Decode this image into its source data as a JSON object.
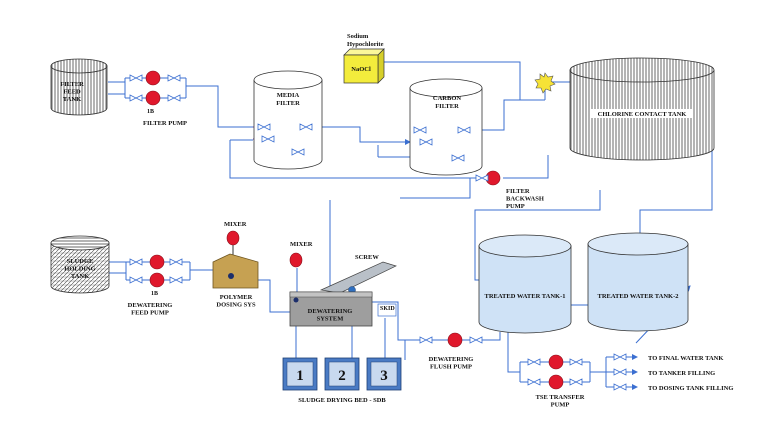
{
  "colors": {
    "pipe": "#3b6fd1",
    "pump": "#e0182c",
    "tank_fill": "#cfe2f6",
    "hatch": "#333333",
    "naocl": "#f3ec3c",
    "polymer": "#c6a152",
    "dewatering": "#9e9e9e",
    "bed": "#4a7bc4"
  },
  "labels": {
    "filter_feed_tank": [
      "FILTER",
      "FEED",
      "TANK"
    ],
    "filter_pump": "FILTER PUMP",
    "filter_pump_1b": "1B",
    "media_filter": [
      "MEDIA",
      "FILTER"
    ],
    "carbon_filter": [
      "CARBON",
      "FILTER"
    ],
    "sodium_hypochlorite": [
      "Sodium",
      "Hypochlorite"
    ],
    "naocl": "NaOCl",
    "chlorine_contact_tank": "CHLORINE CONTACT TANK",
    "filter_backwash_pump": [
      "FILTER",
      "BACKWASH",
      "PUMP"
    ],
    "sludge_holding_tank": [
      "SLUDGE",
      "HOLDING",
      "TANK"
    ],
    "dewatering_pump_1b": "1B",
    "dewatering_feed_pump": [
      "DEWATERING",
      "FEED PUMP"
    ],
    "mixer_1": "MIXER",
    "polymer_dosing": [
      "POLYMER",
      "DOSING SYS"
    ],
    "mixer_2": "MIXER",
    "screw": "SCREW",
    "dewatering_system": [
      "DEWATERING",
      "SYSTEM"
    ],
    "skid": "SKID",
    "bed_numbers": [
      "1",
      "2",
      "3"
    ],
    "sludge_drying_bed": "SLUDGE DRYING BED - SDB",
    "dewatering_flush_pump": [
      "DEWATERING",
      "FLUSH PUMP"
    ],
    "treated_water_tank_1": "TREATED WATER TANK-1",
    "treated_water_tank_2": "TREATED WATER TANK-2",
    "tse_transfer_pump": [
      "TSE TRANSFER",
      "PUMP"
    ],
    "to_final_water_tank": "TO FINAL WATER TANK",
    "to_tanker_filling": "TO TANKER FILLING",
    "to_dosing_tank_filling": "TO DOSING TANK FILLING"
  }
}
